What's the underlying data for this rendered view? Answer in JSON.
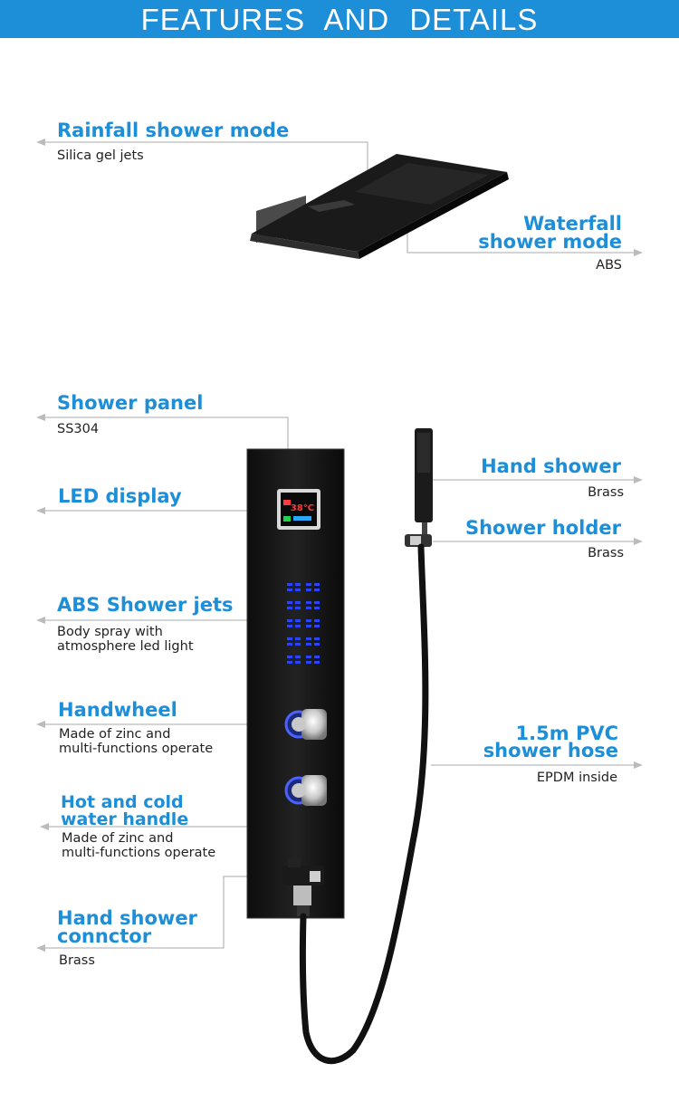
{
  "header": {
    "title": "FEATURES   AND   DETAILS"
  },
  "colors": {
    "banner": "#1d8ed8",
    "title": "#1d8ed8",
    "text": "#222222",
    "line": "#bbbbbb"
  },
  "features": {
    "rainfall": {
      "title": "Rainfall shower mode",
      "desc": "Silica gel jets"
    },
    "waterfall": {
      "title_line1": "Waterfall",
      "title_line2": "shower mode",
      "desc": "ABS"
    },
    "panel": {
      "title": "Shower panel",
      "desc": "SS304"
    },
    "led": {
      "title": "LED display",
      "display_temp": "38°C"
    },
    "jets": {
      "title": "ABS Shower jets",
      "desc_line1": "Body spray with",
      "desc_line2": "atmosphere led light"
    },
    "handwheel": {
      "title": "Handwheel",
      "desc_line1": "Made of zinc and",
      "desc_line2": "multi-functions operate"
    },
    "hotcold": {
      "title_line1": "Hot and cold",
      "title_line2": "water handle",
      "desc_line1": "Made of zinc and",
      "desc_line2": "multi-functions operate"
    },
    "connector": {
      "title_line1": "Hand shower",
      "title_line2": "connctor",
      "desc": "Brass"
    },
    "handshower": {
      "title": "Hand shower",
      "desc": "Brass"
    },
    "holder": {
      "title": "Shower holder",
      "desc": "Brass"
    },
    "hose": {
      "title_line1": "1.5m PVC",
      "title_line2": "shower hose",
      "desc": "EPDM inside"
    }
  }
}
